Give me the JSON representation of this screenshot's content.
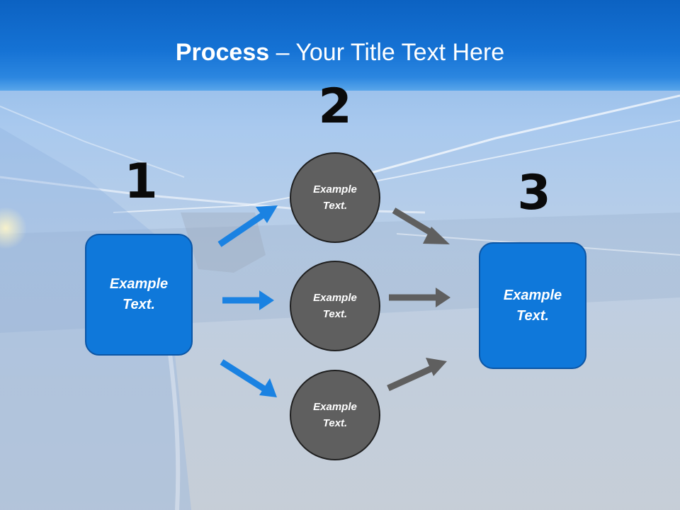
{
  "title": {
    "bold": "Process",
    "rest": " – Your Title Text Here"
  },
  "steps": {
    "one": "1",
    "two": "2",
    "three": "3"
  },
  "left_box": {
    "text": "Example Text."
  },
  "circles": [
    {
      "text": "Example Text."
    },
    {
      "text": "Example Text."
    },
    {
      "text": "Example Text."
    }
  ],
  "right_box": {
    "text": "Example Text."
  },
  "colors": {
    "header": "#1572d4",
    "box": "#0f78da",
    "circle": "#5f5f5f",
    "arrow_blue": "#1a82e2",
    "arrow_gray": "#5f5f5f"
  }
}
